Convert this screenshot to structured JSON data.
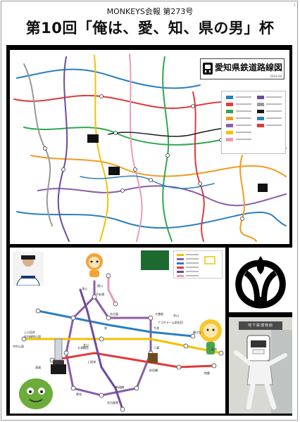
{
  "header": {
    "newsletter": "MONKEYS会報 第273号",
    "title": "第10回「俺は、愛、知、県の男」杯"
  },
  "page_number": "1",
  "route_map": {
    "title": "愛知県鉄道路線図",
    "date": "2018.09"
  },
  "subway_map": {
    "station_labels": [
      "上小田井",
      "庄内緑地公園",
      "中村公園",
      "金山",
      "栄",
      "今池",
      "名古屋",
      "大須観音",
      "八事",
      "藤が丘",
      "本山",
      "新瑞橋",
      "上前津",
      "高畑",
      "浄心",
      "黒川",
      "平安通",
      "大曽根",
      "徳重",
      "赤池",
      "野並",
      "砂田橋",
      "名古屋港",
      "ナゴヤドーム前矢田"
    ]
  },
  "museum_sign": "地下鉄博物館",
  "colors": {
    "panel": "#000000",
    "higashiyama": "#f2c200",
    "meijo": "#8b5ca8",
    "tsurumai": "#2a7fc1",
    "sakuradori": "#e03a3a",
    "meiko": "#6c4aa0",
    "kamiiida": "#e89ab8",
    "green_line": "#2fa84f",
    "orange_line": "#f39a1f"
  }
}
